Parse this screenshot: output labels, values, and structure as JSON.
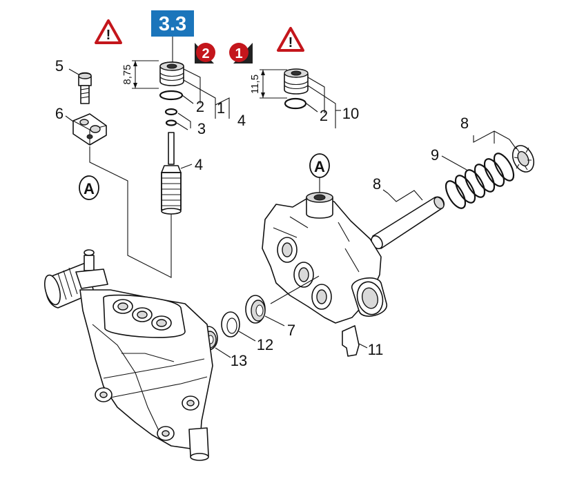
{
  "badge": {
    "text": "3.3",
    "color": "#1b75bb"
  },
  "steps": [
    {
      "text": "2",
      "color": "#c4161c"
    },
    {
      "text": "1",
      "color": "#c4161c"
    }
  ],
  "warning": {
    "symbol": "!",
    "color": "#c4161c",
    "icon": "warning-triangle-icon"
  },
  "dimensions": {
    "left": "8,75",
    "right": "11,5"
  },
  "reference": "A",
  "part_labels": {
    "p1": "1",
    "p2a": "2",
    "p2b": "2",
    "p3": "3",
    "p4a": "4",
    "p4b": "4",
    "p5": "5",
    "p6": "6",
    "p7": "7",
    "p8a": "8",
    "p8b": "8",
    "p9": "9",
    "p10": "10",
    "p11": "11",
    "p12": "12",
    "p13": "13"
  }
}
